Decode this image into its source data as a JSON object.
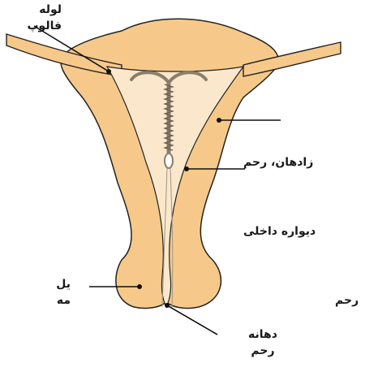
{
  "labels": {
    "fallopian_tube": "لوله\nفالوپ",
    "uterus_cavity": "زادهان، رحم",
    "inner_wall": "دیواره داخلی",
    "uterus": "رحم",
    "thread": "یل\nمه",
    "cervix": "دهانه\nرحم"
  },
  "colors": {
    "uterus_wall": "#f6c98a",
    "cavity": "#fbe8cc",
    "outline": "#222222",
    "iud": "#8a7e6e"
  }
}
